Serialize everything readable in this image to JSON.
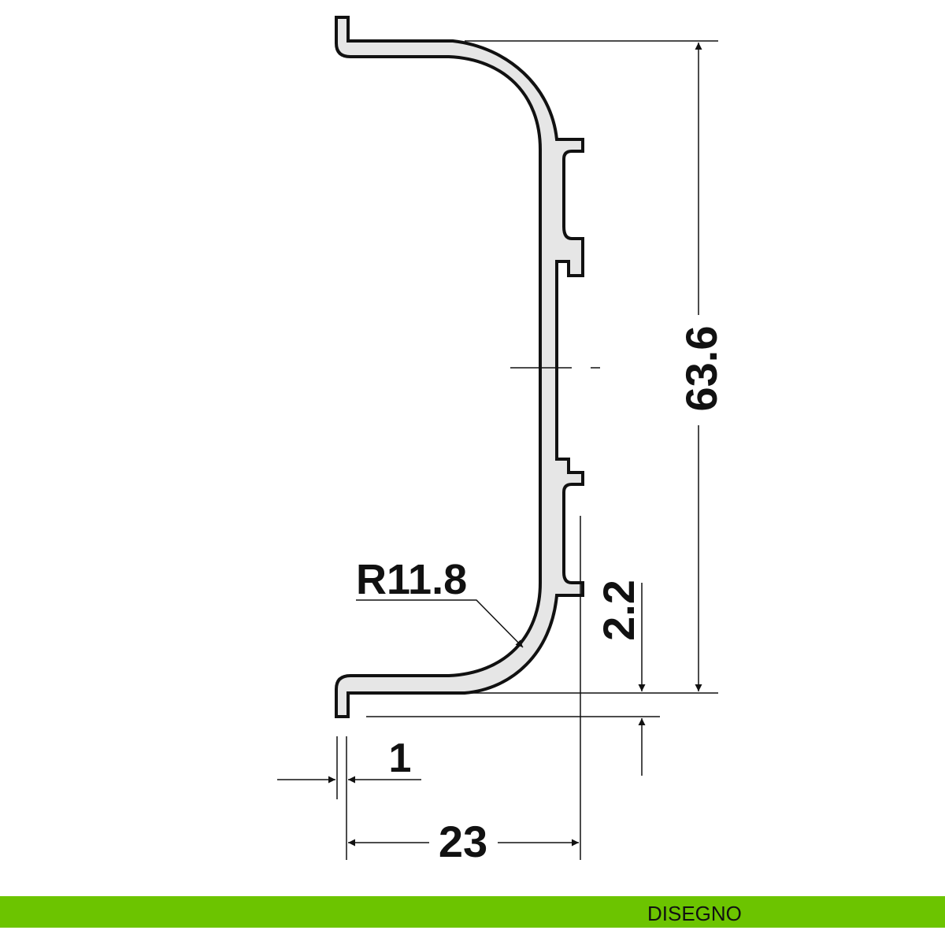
{
  "drawing": {
    "dimensions": {
      "height": "63.6",
      "width": "23",
      "thickness": "1",
      "offset": "2.2",
      "radius": "R11.8"
    }
  },
  "footer": {
    "label": "DISEGNO",
    "color": "#6cc400"
  },
  "colors": {
    "profile_fill": "#e6e6e6",
    "line": "#111111"
  }
}
